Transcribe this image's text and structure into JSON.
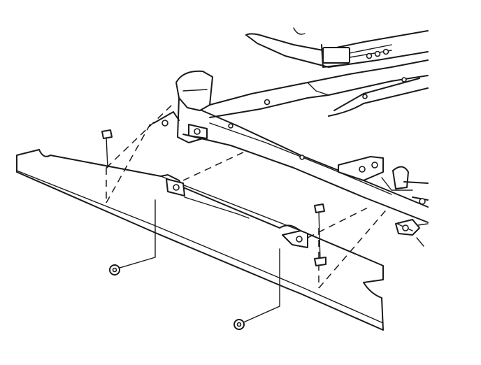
{
  "figure": {
    "subject": "",
    "line_color": "#1a1a1a",
    "background": "#ffffff"
  },
  "parts": [
    {
      "id": "frame-crossmember",
      "kind": "line-art"
    },
    {
      "id": "skid-plate",
      "kind": "line-art"
    },
    {
      "id": "bolt-upper-left",
      "kind": "fastener"
    },
    {
      "id": "bolt-upper-right",
      "kind": "fastener"
    },
    {
      "id": "nut-lower-left",
      "kind": "fastener"
    },
    {
      "id": "nut-lower-right",
      "kind": "fastener"
    }
  ]
}
